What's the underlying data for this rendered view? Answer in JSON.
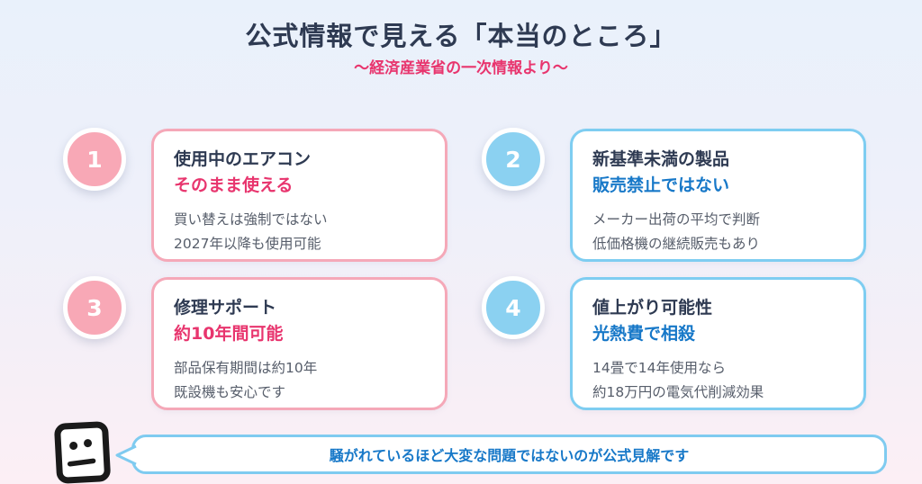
{
  "header": {
    "title": "公式情報で見える「本当のところ」",
    "subtitle": "～経済産業省の一次情報より～"
  },
  "items": [
    {
      "number": "1",
      "accent": "pink",
      "title": "使用中のエアコン",
      "highlight": "そのまま使える",
      "details": [
        "買い替えは強制ではない",
        "2027年以降も使用可能"
      ]
    },
    {
      "number": "2",
      "accent": "blue",
      "title": "新基準未満の製品",
      "highlight": "販売禁止ではない",
      "details": [
        "メーカー出荷の平均で判断",
        "低価格機の継続販売もあり"
      ]
    },
    {
      "number": "3",
      "accent": "pink",
      "title": "修理サポート",
      "highlight": "約10年間可能",
      "details": [
        "部品保有期間は約10年",
        "既設機も安心です"
      ]
    },
    {
      "number": "4",
      "accent": "blue",
      "title": "値上がり可能性",
      "highlight": "光熱費で相殺",
      "details": [
        "14畳で14年使用なら",
        "約18万円の電気代削減効果"
      ]
    }
  ],
  "footer": {
    "message": "騒がれているほど大変な問題ではないのが公式見解です",
    "mascot_icon": "doodle-face-icon"
  },
  "colors": {
    "accent_pink": "#E8356E",
    "accent_blue": "#1778C8",
    "badge_pink": "#F8A8B6",
    "badge_blue": "#8BD1F1",
    "card_border_pink": "#F5A8B8",
    "card_border_blue": "#7ECDF1",
    "title_navy": "#2E3A52",
    "detail_gray": "#575E6B",
    "bubble_border": "#7FCBF0",
    "background_top": "#E9F1FB",
    "background_bottom": "#FCEFF5"
  }
}
